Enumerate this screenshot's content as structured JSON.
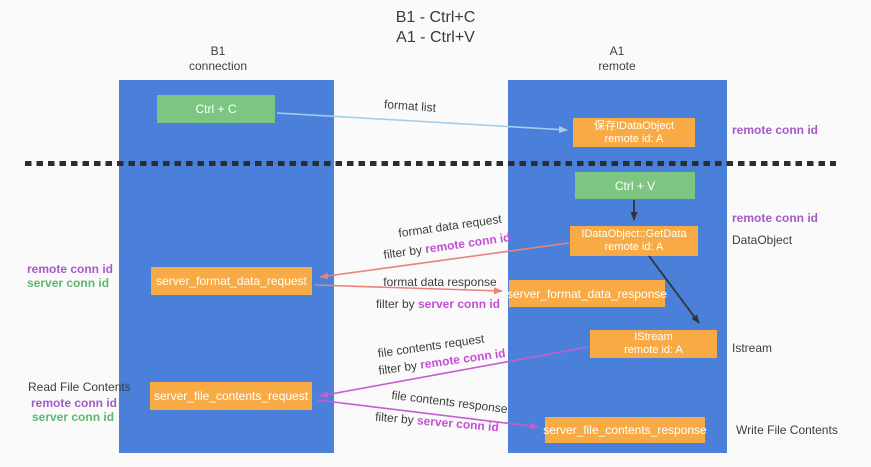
{
  "title": {
    "line1": "B1 - Ctrl+C",
    "line2": "A1 - Ctrl+V"
  },
  "columns": {
    "left": {
      "name": "B1",
      "role": "connection"
    },
    "right": {
      "name": "A1",
      "role": "remote"
    }
  },
  "boxes": {
    "ctrl_c": {
      "label": "Ctrl + C"
    },
    "ctrl_v": {
      "label": "Ctrl + V"
    },
    "save_dataobject": {
      "line1": "保存IDataObject",
      "line2": "remote id: A"
    },
    "getdata": {
      "line1": "IDataObject::GetData",
      "line2": "remote id: A"
    },
    "istream": {
      "line1": "IStream",
      "line2": "remote id: A"
    },
    "format_request": {
      "label": "server_format_data_request"
    },
    "format_response": {
      "label": "server_format_data_response"
    },
    "file_request": {
      "label": "server_file_contents_request"
    },
    "file_response": {
      "label": "server_file_contents_response"
    }
  },
  "side_labels": {
    "right_remote_1": "remote conn id",
    "right_remote_2": "remote conn id",
    "dataobject": "DataObject",
    "istream": "Istream",
    "write_file": "Write File Contents",
    "left_remote_1": "remote conn id",
    "left_server_1": "server conn id",
    "read_file": "Read File Contents",
    "left_remote_2": "remote conn id",
    "left_server_2": "server conn id"
  },
  "flows": {
    "format_list": "format list",
    "format_request": {
      "line1": "format data request",
      "filter_prefix": "filter by ",
      "filter_key": "remote conn id"
    },
    "format_response": {
      "line1": "format data response",
      "filter_prefix": "filter by ",
      "filter_key": "server conn id"
    },
    "file_request": {
      "line1": "file contents request",
      "filter_prefix": "filter by ",
      "filter_key": "remote conn id"
    },
    "file_response": {
      "line1": "file contents response",
      "filter_prefix": "filter by ",
      "filter_key": "server conn id"
    }
  },
  "colors": {
    "column_blue": "#4a80d9",
    "box_orange": "#f8ab44",
    "box_green": "#7dc681",
    "label_purple": "#a45bc8",
    "label_magenta": "#c44fd4",
    "label_green": "#5cb871",
    "arrow_salmon": "#e8837a",
    "arrow_magenta": "#c45ecf",
    "arrow_lightblue": "#a5cdec",
    "arrow_black": "#333333"
  }
}
